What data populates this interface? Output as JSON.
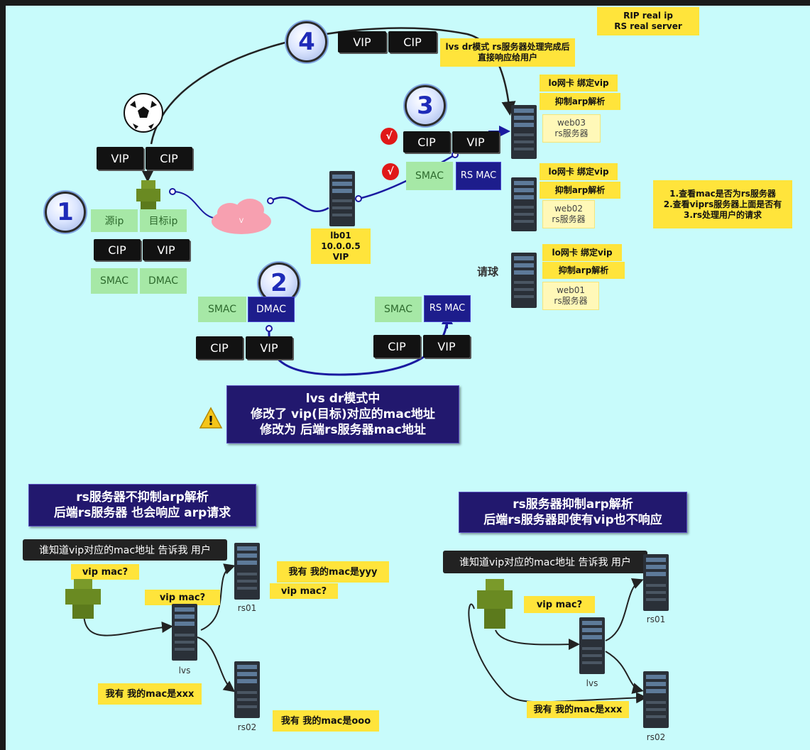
{
  "step_numbers": [
    "1",
    "2",
    "3",
    "4"
  ],
  "legend": [
    "RIP real ip",
    "RS real server"
  ],
  "notes": {
    "step4_note": [
      "lvs dr模式 rs服务器处理完成后",
      "直接响应给用户"
    ],
    "check_note": [
      "1.查看mac是否为rs服务器",
      "2.查看viprs服务器上面是否有",
      "3.rs处理用户的请求"
    ]
  },
  "packets": {
    "step4": [
      "VIP",
      "CIP"
    ],
    "client_top": [
      "VIP",
      "CIP"
    ],
    "client_ip": [
      "源ip",
      "目标ip"
    ],
    "client_ip2": [
      "CIP",
      "VIP"
    ],
    "client_mac": [
      "SMAC",
      "DMAC"
    ],
    "step2_left_mac": [
      "SMAC",
      "DMAC"
    ],
    "step2_left_ip": [
      "CIP",
      "VIP"
    ],
    "step2_right_mac": [
      "SMAC",
      "RS MAC"
    ],
    "step2_right_ip": [
      "CIP",
      "VIP"
    ],
    "step3_ip": [
      "CIP",
      "VIP"
    ],
    "step3_mac": [
      "SMAC",
      "RS MAC"
    ],
    "check_mark": "√"
  },
  "lb": {
    "name": "lb01",
    "ip": "10.0.0.5",
    "vip": "VIP"
  },
  "servers": [
    {
      "tags": [
        "lo网卡 绑定vip",
        "抑制arp解析"
      ],
      "name": "web03",
      "role": "rs服务器"
    },
    {
      "tags": [
        "lo网卡 绑定vip",
        "抑制arp解析"
      ],
      "name": "web02",
      "role": "rs服务器"
    },
    {
      "tags": [
        "lo网卡 绑定vip",
        "抑制arp解析"
      ],
      "name": "web01",
      "role": "rs服务器"
    }
  ],
  "request_label": "请球",
  "main_note": [
    "lvs dr模式中",
    "修改了 vip(目标)对应的mac地址",
    "修改为 后端rs服务器mac地址"
  ],
  "warning_symbol": "!",
  "left_scenario": {
    "title": [
      "rs服务器不抑制arp解析",
      "后端rs服务器  也会响应 arp请求"
    ],
    "question": "谁知道vip对应的mac地址  告诉我 用户",
    "client_ask": "vip  mac?",
    "lvs_ask": "vip  mac?",
    "rs01_reply": "我有 我的mac是yyy",
    "rs01_ask": "vip  mac?",
    "lvs_reply": "我有 我的mac是xxx",
    "rs02_reply": "我有 我的mac是ooo",
    "labels": {
      "rs01": "rs01",
      "lvs": "lvs",
      "rs02": "rs02"
    }
  },
  "right_scenario": {
    "title": [
      "rs服务器抑制arp解析",
      "后端rs服务器即使有vip也不响应"
    ],
    "question": "谁知道vip对应的mac地址  告诉我 用户",
    "client_ask": "vip  mac?",
    "lvs_reply": "我有 我的mac是xxx",
    "labels": {
      "rs01": "rs01",
      "lvs": "lvs",
      "rs02": "rs02"
    }
  },
  "colors": {
    "background": "#c8fbfb",
    "yellow": "#ffe43b",
    "navy": "#1d1d8c",
    "purple": "#22186e",
    "line": "#1a1aa0"
  },
  "icons": [
    "football-icon",
    "user-icon",
    "cloud-icon",
    "server-icon",
    "warning-icon",
    "check-icon"
  ]
}
